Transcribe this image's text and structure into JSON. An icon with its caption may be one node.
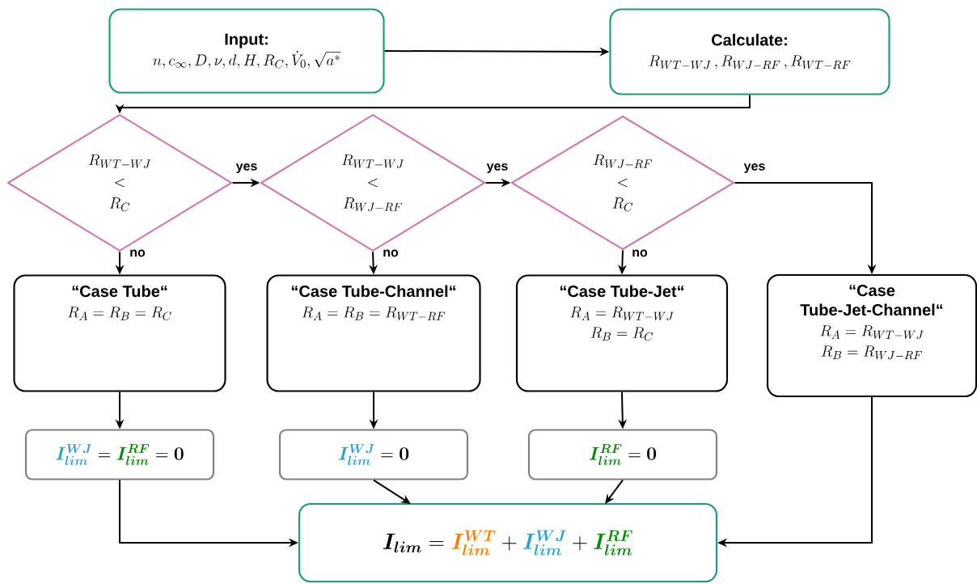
{
  "diagram": {
    "nodes": [
      {
        "text": [
          "Input:",
          "n, c_{\\infty}, D, \\nu, d, H, R_{C}, \\dot{V}_{0}, \\sqrt{a^{*}}"
        ]
      },
      {
        "text": [
          "Calculate:",
          "R_{WT-WJ}\\,, R_{WJ-RF}\\,, R_{WT-RF}"
        ]
      },
      {
        "text": [
          "\\begin{array}{c}R_{WT-WJ}\\\\[2pt]<\\\\[2pt]R_{C}\\end{array}"
        ]
      },
      {
        "text": [
          "\\begin{array}{c}R_{WT-WJ}\\\\[2pt]<\\\\[2pt]R_{WJ-RF}\\end{array}"
        ]
      },
      {
        "text": [
          "\\begin{array}{c}R_{WJ-RF}\\\\[2pt]<\\\\[2pt]R_{C}\\end{array}"
        ]
      },
      {
        "text": [
          "“Case Tube“",
          "R_{A} = R_{B} = R_{C}"
        ]
      },
      {
        "text": [
          "“Case Tube-Channel“",
          "R_{A} = R_{B} = R_{WT-RF}"
        ]
      },
      {
        "text": [
          "“Case Tube-Jet“",
          "R_{A} = R_{WT-WJ}",
          "R_{B} = R_{C}"
        ]
      },
      {
        "text": [
          "“Case Tube-Jet-Channel“",
          "R_{A} = R_{WT-WJ}",
          "R_{B} = R_{WJ-RF}"
        ]
      },
      {
        "text": [
          "{\\color[HTML]{2EA3D0}\\bm{I^{WJ}_{lim}}} = {\\color[HTML]{0A8A0A}\\bm{I^{RF}_{lim}}} = \\bm{0}"
        ]
      },
      {
        "text": [
          "{\\color[HTML]{2EA3D0}\\bm{I^{WJ}_{lim}}} = \\bm{0}"
        ]
      },
      {
        "text": [
          "{\\color[HTML]{0A8A0A}\\bm{I^{RF}_{lim}}} = \\bm{0}"
        ]
      },
      {
        "text": [
          "\\bm{I_{lim}} = {\\color[HTML]{FF8000}\\bm{I^{WT}_{lim}}} + {\\color[HTML]{2EA3D0}\\bm{I^{WJ}_{lim}}} + {\\color[HTML]{0A8A0A}\\bm{I^{RF}_{lim}}}"
        ]
      }
    ],
    "edges": [
      {
        "from": 0,
        "to": 1,
        "arrow": "to"
      },
      {
        "from": 1,
        "to": 2,
        "arrow": "to"
      },
      {
        "from": 2,
        "to": 3,
        "arrow": "to",
        "label": "yes"
      },
      {
        "from": 3,
        "to": 4,
        "arrow": "to",
        "label": "yes"
      },
      {
        "from": 4,
        "to": 8,
        "arrow": "to",
        "label": "yes"
      },
      {
        "from": 2,
        "to": 5,
        "arrow": "to",
        "label": "no"
      },
      {
        "from": 3,
        "to": 6,
        "arrow": "to",
        "label": "no"
      },
      {
        "from": 4,
        "to": 7,
        "arrow": "to",
        "label": "no"
      },
      {
        "from": 5,
        "to": 9,
        "arrow": "to"
      },
      {
        "from": 6,
        "to": 10,
        "arrow": "to"
      },
      {
        "from": 7,
        "to": 11,
        "arrow": "to"
      },
      {
        "from": 9,
        "to": 12,
        "arrow": "to"
      },
      {
        "from": 10,
        "to": 12,
        "arrow": "to"
      },
      {
        "from": 11,
        "to": 12,
        "arrow": "to"
      },
      {
        "from": 8,
        "to": 12,
        "arrow": "to"
      }
    ]
  }
}
